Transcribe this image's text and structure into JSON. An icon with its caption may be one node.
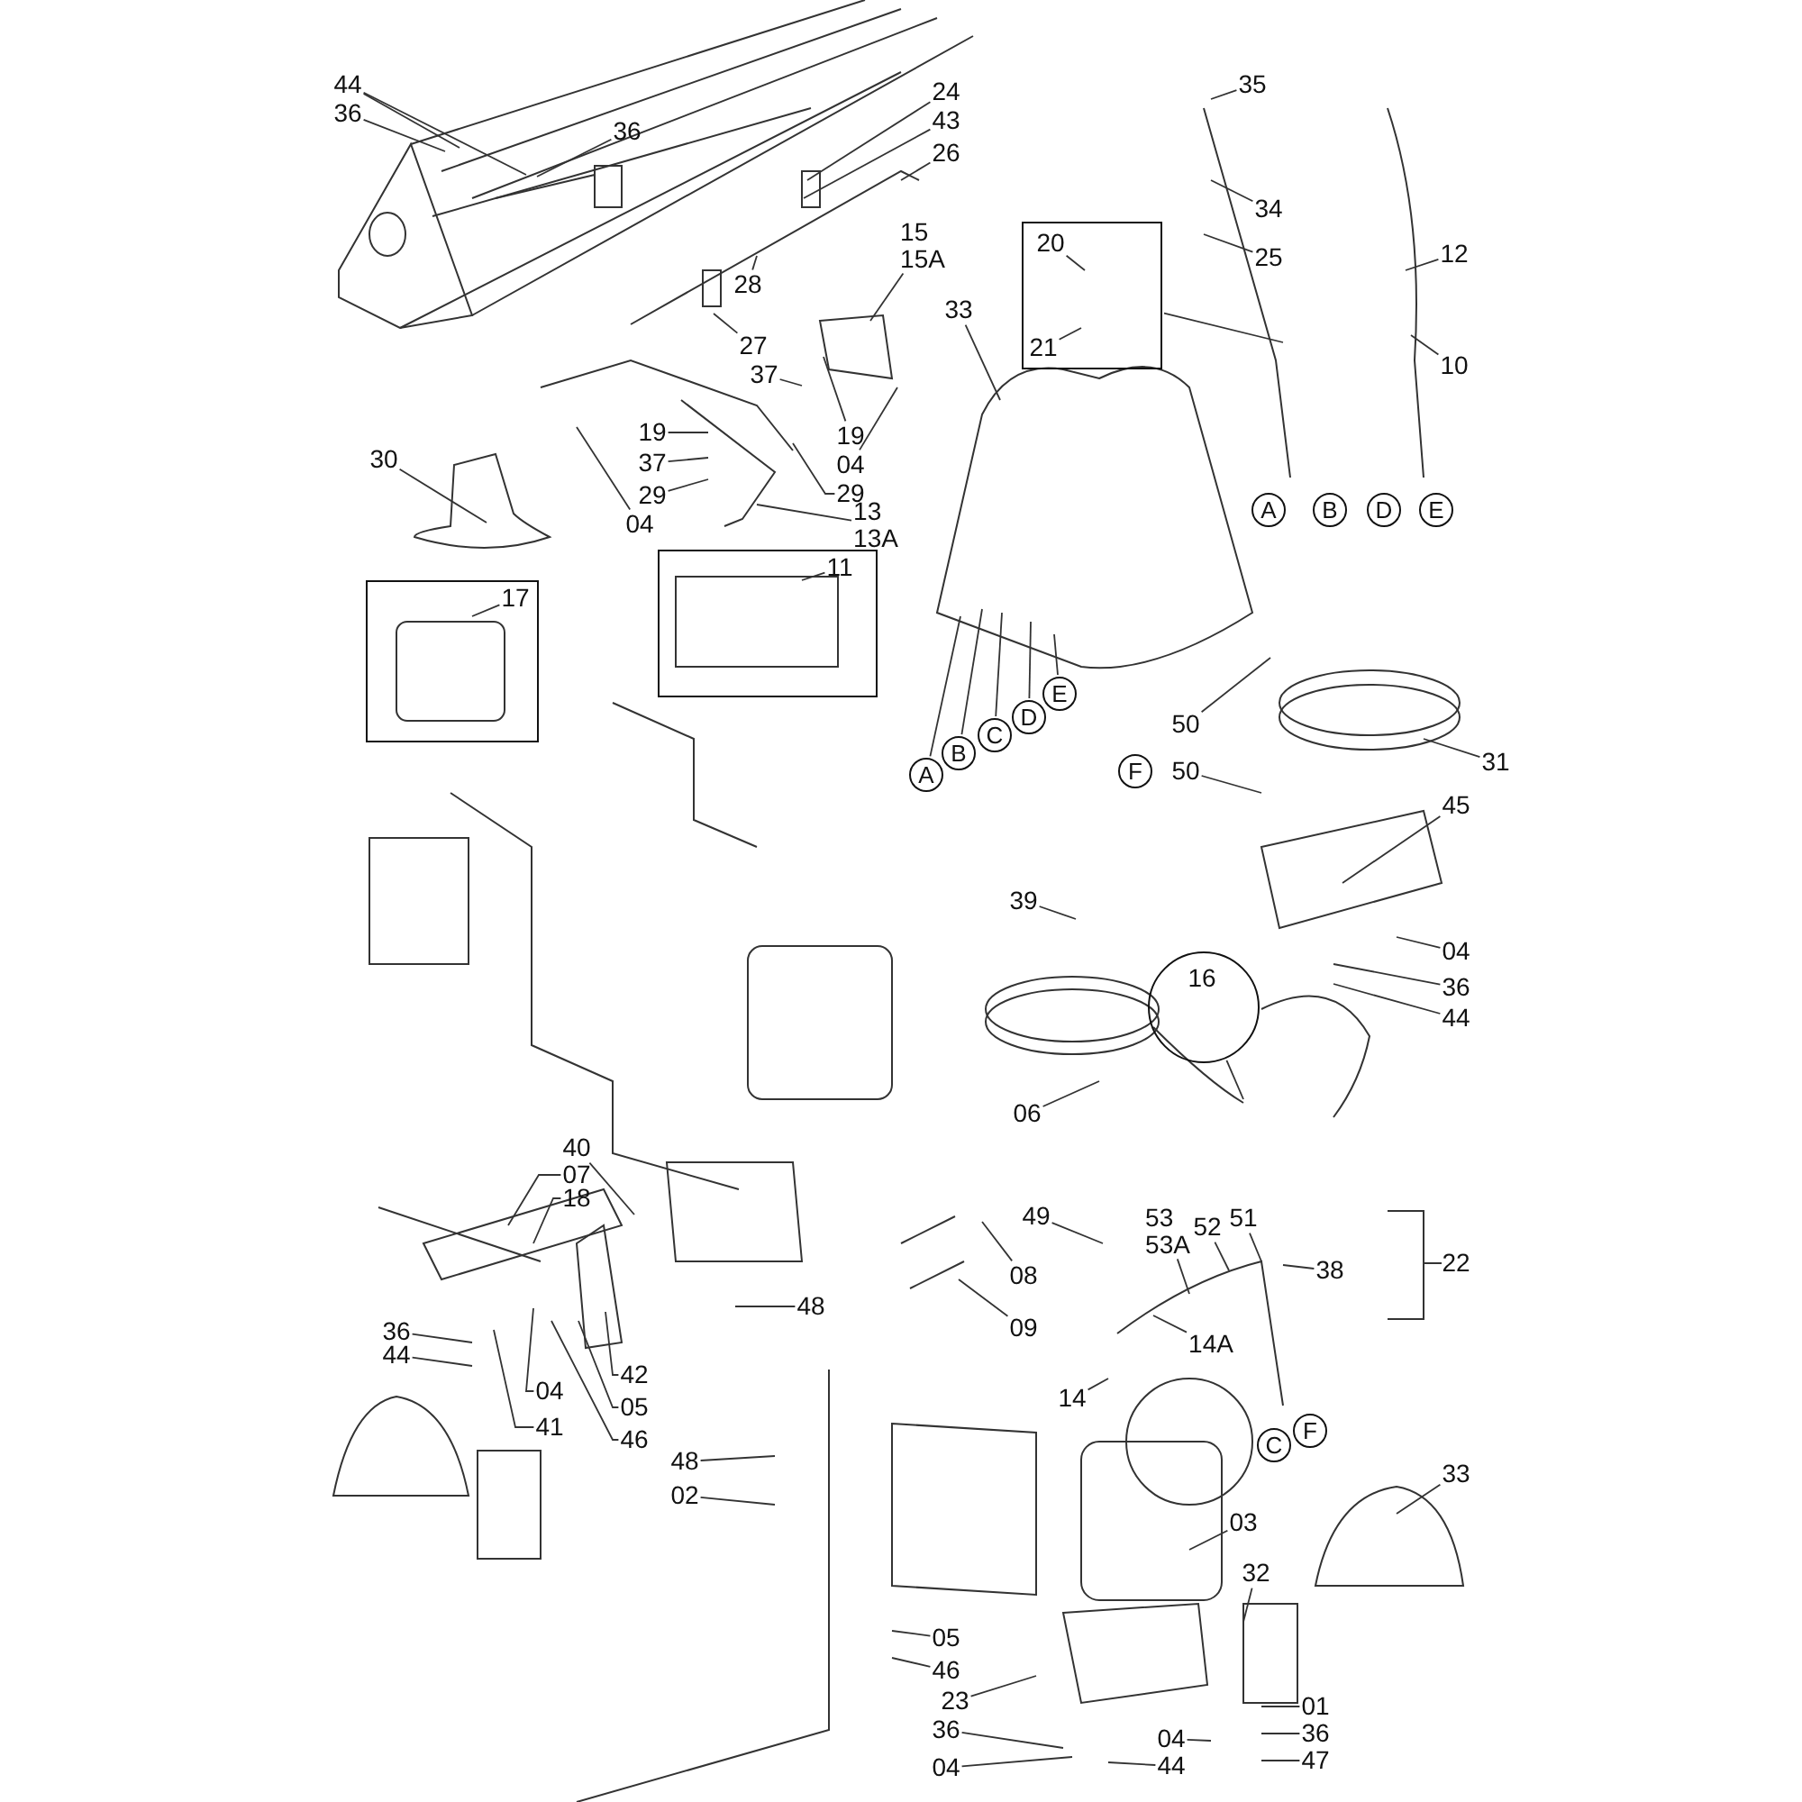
{
  "diagram": {
    "nodes": [
      {
        "text": [
          "44"
        ]
      },
      {
        "text": [
          "36"
        ]
      },
      {
        "text": [
          "36"
        ]
      },
      {
        "text": [
          "24"
        ]
      },
      {
        "text": [
          "35"
        ]
      },
      {
        "text": [
          "43"
        ]
      },
      {
        "text": [
          "26"
        ]
      },
      {
        "text": [
          "34"
        ]
      },
      {
        "text": [],
        "shape": "box"
      },
      {
        "text": [
          "20"
        ],
        "in": 8
      },
      {
        "text": [
          "21"
        ],
        "in": 8
      },
      {
        "text": [
          "15",
          "15A"
        ]
      },
      {
        "text": [
          "25"
        ]
      },
      {
        "text": [
          "12"
        ]
      },
      {
        "text": [
          "28"
        ]
      },
      {
        "text": [
          "33"
        ]
      },
      {
        "text": [
          "27"
        ]
      },
      {
        "text": [
          "10"
        ]
      },
      {
        "text": [
          "37"
        ]
      },
      {
        "text": [
          "19"
        ]
      },
      {
        "text": [
          "19"
        ]
      },
      {
        "text": [
          "30"
        ]
      },
      {
        "text": [
          "37"
        ]
      },
      {
        "text": [
          "04"
        ]
      },
      {
        "text": [
          "29"
        ]
      },
      {
        "text": [
          "29"
        ]
      },
      {
        "text": [
          "A"
        ]
      },
      {
        "text": [
          "B"
        ]
      },
      {
        "text": [
          "D"
        ]
      },
      {
        "text": [
          "E"
        ]
      },
      {
        "text": [
          "04"
        ]
      },
      {
        "text": [
          "13",
          "13A"
        ]
      },
      {
        "text": [],
        "shape": "box"
      },
      {
        "text": [
          "11"
        ],
        "in": 32
      },
      {
        "text": [],
        "shape": "box"
      },
      {
        "text": [
          "17"
        ],
        "in": 34
      },
      {
        "text": [
          "E"
        ]
      },
      {
        "text": [
          "D"
        ]
      },
      {
        "text": [
          "50"
        ]
      },
      {
        "text": [
          "C"
        ]
      },
      {
        "text": [
          "B"
        ]
      },
      {
        "text": [
          "31"
        ]
      },
      {
        "text": [
          "A"
        ]
      },
      {
        "text": [
          "F"
        ]
      },
      {
        "text": [
          "50"
        ]
      },
      {
        "text": [
          "45"
        ]
      },
      {
        "text": [
          "39"
        ]
      },
      {
        "text": [
          "04"
        ]
      },
      {
        "text": [],
        "shape": "circle"
      },
      {
        "text": [
          "16"
        ],
        "in": 48
      },
      {
        "text": [
          "36"
        ]
      },
      {
        "text": [
          "44"
        ]
      },
      {
        "text": [
          "06"
        ]
      },
      {
        "text": [
          "40"
        ]
      },
      {
        "text": [
          "07"
        ]
      },
      {
        "text": [
          "18"
        ]
      },
      {
        "text": [
          "49"
        ]
      },
      {
        "text": [
          "53",
          "53A"
        ]
      },
      {
        "text": [
          "52"
        ]
      },
      {
        "text": [
          "51"
        ]
      },
      {
        "text": [
          "38"
        ]
      },
      {
        "text": [
          "08"
        ]
      },
      {
        "text": [
          "48"
        ]
      },
      {
        "text": [
          "09"
        ]
      },
      {
        "text": [
          "36"
        ]
      },
      {
        "text": [
          "14A"
        ]
      },
      {
        "text": [
          "44"
        ]
      },
      {
        "text": [
          "42"
        ]
      },
      {
        "text": [
          "04"
        ]
      },
      {
        "text": [
          "05"
        ]
      },
      {
        "text": [
          "14"
        ]
      },
      {
        "text": [
          "41"
        ]
      },
      {
        "text": [
          "46"
        ]
      },
      {
        "text": [
          "F"
        ]
      },
      {
        "text": [
          "C"
        ]
      },
      {
        "text": [
          "48"
        ]
      },
      {
        "text": [
          "33"
        ]
      },
      {
        "text": [
          "02"
        ]
      },
      {
        "text": [
          "03"
        ]
      },
      {
        "text": [
          "32"
        ]
      },
      {
        "text": [
          "05"
        ]
      },
      {
        "text": [
          "46"
        ]
      },
      {
        "text": [
          "23"
        ]
      },
      {
        "text": [
          "01"
        ]
      },
      {
        "text": [
          "36"
        ]
      },
      {
        "text": [
          "36"
        ]
      },
      {
        "text": [
          "04"
        ]
      },
      {
        "text": [
          "47"
        ]
      },
      {
        "text": [
          "44"
        ]
      },
      {
        "text": [
          "04"
        ]
      }
    ],
    "edges": [
      {
        "from": 0,
        "to": null,
        "arrow": "none"
      },
      {
        "from": 0,
        "to": null,
        "arrow": "none"
      },
      {
        "from": 1,
        "to": null,
        "arrow": "none"
      },
      {
        "from": 2,
        "to": null,
        "arrow": "none"
      },
      {
        "from": 3,
        "to": null,
        "arrow": "none"
      },
      {
        "from": 5,
        "to": null,
        "arrow": "none"
      },
      {
        "from": 6,
        "to": null,
        "arrow": "none"
      },
      {
        "from": 4,
        "to": null,
        "arrow": "none"
      },
      {
        "from": 7,
        "to": null,
        "arrow": "none"
      },
      {
        "from": 8,
        "to": null,
        "arrow": "none"
      },
      {
        "from": 9,
        "to": null,
        "arrow": "none"
      },
      {
        "from": 10,
        "to": null,
        "arrow": "none"
      },
      {
        "from": 11,
        "to": null,
        "arrow": "none"
      },
      {
        "from": 12,
        "to": null,
        "arrow": "none"
      },
      {
        "from": 13,
        "to": null,
        "arrow": "none"
      },
      {
        "from": 14,
        "to": null,
        "arrow": "none"
      },
      {
        "from": 15,
        "to": null,
        "arrow": "none"
      },
      {
        "from": 16,
        "to": null,
        "arrow": "none"
      },
      {
        "from": 17,
        "to": null,
        "arrow": "none"
      },
      {
        "from": 18,
        "to": null,
        "arrow": "none"
      },
      {
        "from": 19,
        "to": null,
        "arrow": "none"
      },
      {
        "from": 20,
        "to": null,
        "arrow": "none"
      },
      {
        "from": 21,
        "to": null,
        "arrow": "none"
      },
      {
        "from": 22,
        "to": null,
        "arrow": "none"
      },
      {
        "from": 23,
        "to": null,
        "arrow": "none"
      },
      {
        "from": 24,
        "to": null,
        "arrow": "none"
      },
      {
        "from": 25,
        "to": null,
        "arrow": "none"
      },
      {
        "from": 30,
        "to": null,
        "arrow": "none"
      },
      {
        "from": 31,
        "to": null,
        "arrow": "none"
      },
      {
        "from": 33,
        "to": null,
        "arrow": "none"
      },
      {
        "from": 35,
        "to": null,
        "arrow": "none"
      },
      {
        "from": 36,
        "to": null,
        "arrow": "none"
      },
      {
        "from": 37,
        "to": null,
        "arrow": "none"
      },
      {
        "from": 39,
        "to": null,
        "arrow": "none"
      },
      {
        "from": 40,
        "to": null,
        "arrow": "none"
      },
      {
        "from": 42,
        "to": null,
        "arrow": "none"
      },
      {
        "from": 38,
        "to": null,
        "arrow": "none"
      },
      {
        "from": 44,
        "to": null,
        "arrow": "none"
      },
      {
        "from": 41,
        "to": null,
        "arrow": "none"
      },
      {
        "from": 45,
        "to": null,
        "arrow": "none"
      },
      {
        "from": 46,
        "to": null,
        "arrow": "none"
      },
      {
        "from": 47,
        "to": null,
        "arrow": "none"
      },
      {
        "from": 48,
        "to": null,
        "arrow": "none"
      },
      {
        "from": 50,
        "to": null,
        "arrow": "none"
      },
      {
        "from": 51,
        "to": null,
        "arrow": "none"
      },
      {
        "from": 52,
        "to": null,
        "arrow": "none"
      },
      {
        "from": 53,
        "to": null,
        "arrow": "none"
      },
      {
        "from": 54,
        "to": null,
        "arrow": "none"
      },
      {
        "from": 55,
        "to": null,
        "arrow": "none"
      },
      {
        "from": 56,
        "to": null,
        "arrow": "none"
      },
      {
        "from": 57,
        "to": null,
        "arrow": "none"
      },
      {
        "from": 58,
        "to": null,
        "arrow": "none"
      },
      {
        "from": 59,
        "to": null,
        "arrow": "none"
      },
      {
        "from": 60,
        "to": null,
        "arrow": "none"
      },
      {
        "from": 61,
        "to": null,
        "arrow": "none"
      },
      {
        "from": 62,
        "to": null,
        "arrow": "none"
      },
      {
        "from": 63,
        "to": null,
        "arrow": "none"
      },
      {
        "from": 64,
        "to": null,
        "arrow": "none"
      },
      {
        "from": 65,
        "to": null,
        "arrow": "none"
      },
      {
        "from": 66,
        "to": null,
        "arrow": "none"
      },
      {
        "from": 67,
        "to": null,
        "arrow": "none"
      },
      {
        "from": 68,
        "to": null,
        "arrow": "none"
      },
      {
        "from": 69,
        "to": null,
        "arrow": "none"
      },
      {
        "from": 70,
        "to": null,
        "arrow": "none"
      },
      {
        "from": 71,
        "to": null,
        "arrow": "none"
      },
      {
        "from": 72,
        "to": null,
        "arrow": "none"
      },
      {
        "from": 75,
        "to": null,
        "arrow": "none"
      },
      {
        "from": 76,
        "to": null,
        "arrow": "none"
      },
      {
        "from": 77,
        "to": null,
        "arrow": "none"
      },
      {
        "from": 78,
        "to": null,
        "arrow": "none"
      },
      {
        "from": 79,
        "to": null,
        "arrow": "none"
      },
      {
        "from": 80,
        "to": null,
        "arrow": "none"
      },
      {
        "from": 81,
        "to": null,
        "arrow": "none"
      },
      {
        "from": 82,
        "to": null,
        "arrow": "none"
      },
      {
        "from": 83,
        "to": null,
        "arrow": "none"
      },
      {
        "from": 84,
        "to": null,
        "arrow": "none"
      },
      {
        "from": 85,
        "to": null,
        "arrow": "none"
      },
      {
        "from": 86,
        "to": null,
        "arrow": "none"
      },
      {
        "from": 87,
        "to": null,
        "arrow": "none"
      },
      {
        "from": 88,
        "to": null,
        "arrow": "none"
      },
      {
        "from": 89,
        "to": null,
        "arrow": "none"
      }
    ],
    "labels": [
      "22"
    ]
  }
}
